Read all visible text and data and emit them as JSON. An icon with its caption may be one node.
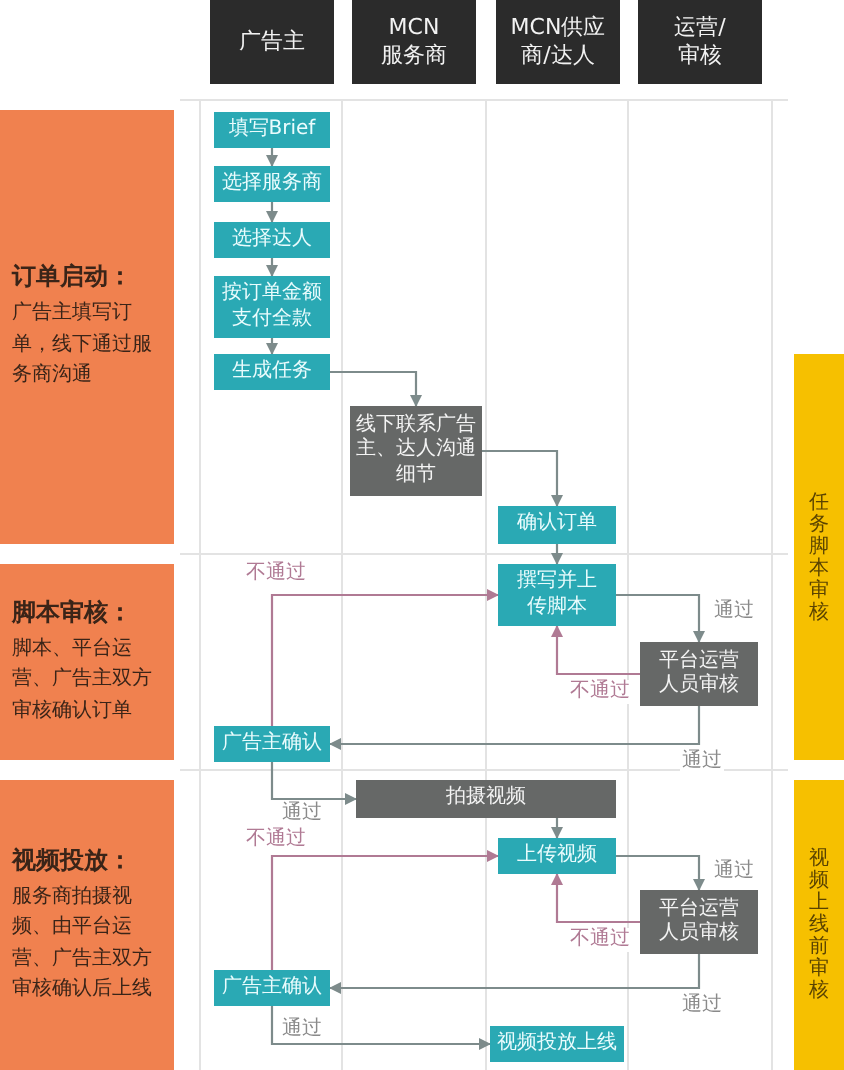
{
  "diagram": {
    "nodes": [
      {
        "text": [
          "广告主"
        ]
      },
      {
        "text": [
          "MCN服务商"
        ]
      },
      {
        "text": [
          "MCN供应商/达人"
        ]
      },
      {
        "text": [
          "运营/审核"
        ]
      },
      {
        "text": [
          "订单启动：",
          "广告主填写订单，线下通过服务商沟通"
        ]
      },
      {
        "text": [
          "脚本审核：",
          "脚本、平台运营、广告主双方审核确认订单"
        ]
      },
      {
        "text": [
          "视频投放：",
          "服务商拍摄视频、由平台运营、广告主双方审核确认后上线"
        ]
      },
      {
        "text": [
          "任务脚本审核"
        ]
      },
      {
        "text": [
          "视频上线前审核"
        ]
      },
      {
        "text": [
          "填写Brief"
        ]
      },
      {
        "text": [
          "选择服务商"
        ]
      },
      {
        "text": [
          "选择达人"
        ]
      },
      {
        "text": [
          "按订单金额支付全款"
        ]
      },
      {
        "text": [
          "生成任务"
        ]
      },
      {
        "text": [
          "线下联系广告主、达人沟通细节"
        ]
      },
      {
        "text": [
          "确认订单"
        ]
      },
      {
        "text": [
          "撰写并上传脚本"
        ]
      },
      {
        "text": [
          "平台运营人员审核"
        ]
      },
      {
        "text": [
          "广告主确认"
        ]
      },
      {
        "text": [
          "拍摄视频"
        ]
      },
      {
        "text": [
          "上传视频"
        ]
      },
      {
        "text": [
          "平台运营人员审核"
        ]
      },
      {
        "text": [
          "广告主确认"
        ]
      },
      {
        "text": [
          "视频投放上线"
        ]
      }
    ],
    "edges": [
      {
        "from": 9,
        "to": 10,
        "arrow": "to"
      },
      {
        "from": 10,
        "to": 11,
        "arrow": "to"
      },
      {
        "from": 11,
        "to": 12,
        "arrow": "to"
      },
      {
        "from": 12,
        "to": 13,
        "arrow": "to"
      },
      {
        "from": 13,
        "to": 14,
        "arrow": "to"
      },
      {
        "from": 14,
        "to": 15,
        "arrow": "to"
      },
      {
        "from": 15,
        "to": 16,
        "arrow": "to"
      },
      {
        "from": 16,
        "to": 17,
        "arrow": "to",
        "label": "通过"
      },
      {
        "from": 17,
        "to": 16,
        "arrow": "to",
        "label": "不通过",
        "color": "#b07a94"
      },
      {
        "from": 17,
        "to": 18,
        "arrow": "to",
        "label": "通过"
      },
      {
        "from": 18,
        "to": 16,
        "arrow": "to",
        "label": "不通过",
        "color": "#b07a94"
      },
      {
        "from": 18,
        "to": 19,
        "arrow": "to",
        "label": "通过"
      },
      {
        "from": 19,
        "to": 20,
        "arrow": "to"
      },
      {
        "from": 20,
        "to": 21,
        "arrow": "to",
        "label": "通过"
      },
      {
        "from": 21,
        "to": 20,
        "arrow": "to",
        "label": "不通过",
        "color": "#b07a94"
      },
      {
        "from": 21,
        "to": 22,
        "arrow": "to",
        "label": "通过"
      },
      {
        "from": 22,
        "to": 20,
        "arrow": "to",
        "label": "不通过",
        "color": "#b07a94"
      },
      {
        "from": 22,
        "to": 23,
        "arrow": "to",
        "label": "通过"
      }
    ]
  }
}
